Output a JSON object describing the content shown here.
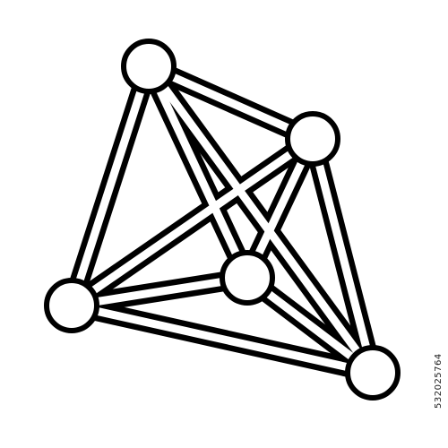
{
  "diagram": {
    "type": "network-graph-icon",
    "stroke_color": "#000000",
    "fill_color": "#ffffff",
    "nodes": [
      {
        "id": "n1",
        "name": "node-top-left"
      },
      {
        "id": "n2",
        "name": "node-right"
      },
      {
        "id": "n3",
        "name": "node-center"
      },
      {
        "id": "n4",
        "name": "node-left"
      },
      {
        "id": "n5",
        "name": "node-bottom-right"
      }
    ],
    "edges": [
      [
        "n1",
        "n2"
      ],
      [
        "n1",
        "n4"
      ],
      [
        "n1",
        "n3"
      ],
      [
        "n1",
        "n5"
      ],
      [
        "n2",
        "n4"
      ],
      [
        "n2",
        "n3"
      ],
      [
        "n2",
        "n5"
      ],
      [
        "n4",
        "n3"
      ],
      [
        "n4",
        "n5"
      ],
      [
        "n3",
        "n5"
      ]
    ]
  },
  "watermark": {
    "id_text": "532025764"
  }
}
